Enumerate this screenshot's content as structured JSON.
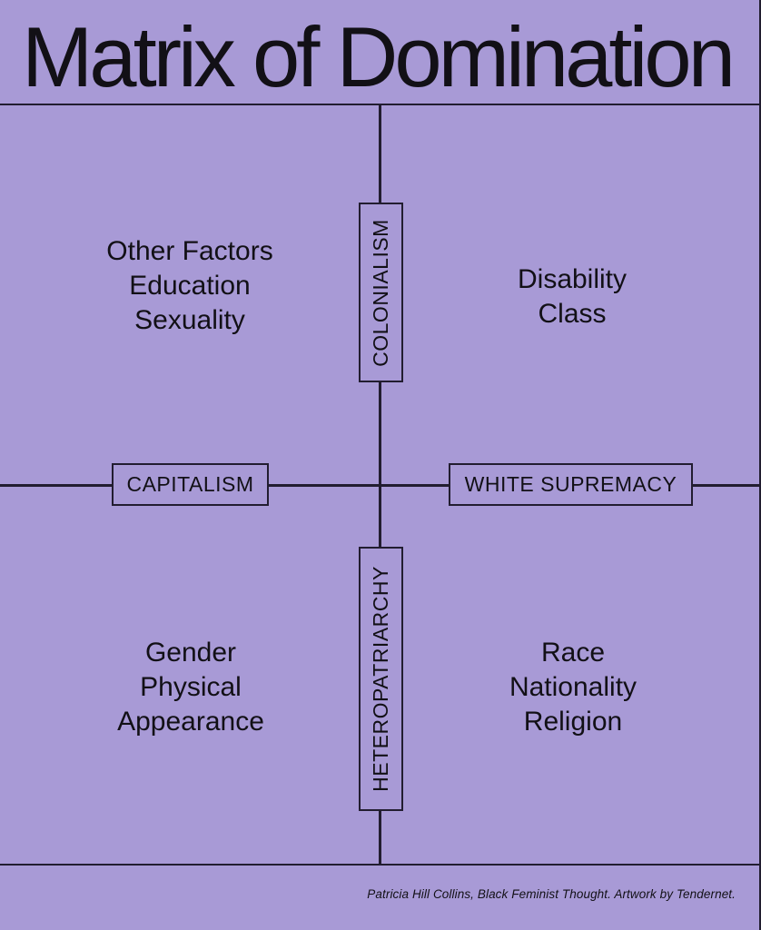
{
  "title": "Matrix of Domination",
  "colors": {
    "background": "#a89ad6",
    "line": "#221d30",
    "text": "#121016"
  },
  "axes": {
    "vertical_top": "COLONIALISM",
    "vertical_bottom": "HETEROPATRIARCHY",
    "horizontal_left": "CAPITALISM",
    "horizontal_right": "WHITE SUPREMACY"
  },
  "quadrants": {
    "top_left": [
      "Other Factors",
      "Education",
      "Sexuality"
    ],
    "top_right": [
      "Disability",
      "Class"
    ],
    "bottom_left": [
      "Gender",
      "Physical",
      "Appearance"
    ],
    "bottom_right": [
      "Race",
      "Nationality",
      "Religion"
    ]
  },
  "caption": "Patricia Hill Collins, Black Feminist Thought. Artwork by Tendernet."
}
